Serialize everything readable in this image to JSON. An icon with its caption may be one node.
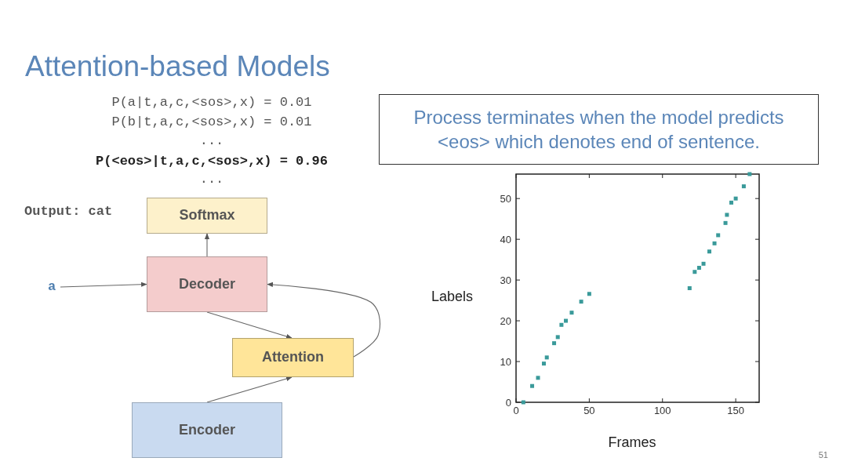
{
  "diagram": {
    "title": "Attention-based Models",
    "nodes": [
      {
        "text": [
          "Process terminates when the model predicts <eos> which denotes end of sentence."
        ]
      },
      {
        "text": [
          "Softmax"
        ]
      },
      {
        "text": [
          "a"
        ]
      },
      {
        "text": [
          "Decoder"
        ]
      },
      {
        "text": [
          "Attention"
        ]
      },
      {
        "text": [
          "Encoder"
        ]
      }
    ],
    "edges": [
      {
        "from": 2,
        "to": 3,
        "arrow": "to"
      },
      {
        "from": 3,
        "to": 1,
        "arrow": "to"
      },
      {
        "from": 3,
        "to": 4,
        "arrow": "to"
      },
      {
        "from": 5,
        "to": 4,
        "arrow": "to"
      },
      {
        "from": 4,
        "to": 3,
        "arrow": "to"
      }
    ],
    "labels": [
      "P(a|t,a,c,<sos>,x) = 0.01",
      "P(b|t,a,c,<sos>,x) = 0.01",
      "...",
      "P(<eos>|t,a,c,<sos>,x) = 0.96",
      "...",
      "Output: cat",
      "51"
    ],
    "chart_data": {
      "type": "scatter",
      "xlabel": "Frames",
      "ylabel": "Labels",
      "xlim": [
        0,
        166
      ],
      "ylim": [
        0,
        56
      ],
      "xticks": [
        0,
        50,
        100,
        150
      ],
      "yticks": [
        0,
        10,
        20,
        30,
        40,
        50
      ],
      "series": [
        {
          "color": "#3a9a9a",
          "x": [
            5,
            11,
            15,
            19,
            21,
            26,
            28.5,
            31,
            34,
            38,
            44.5,
            50,
            118.5,
            122,
            125,
            128,
            132,
            135.5,
            138,
            143,
            144,
            147,
            150,
            155.5,
            159.5
          ],
          "values": [
            0,
            4,
            6,
            9.5,
            11,
            14.5,
            16,
            19,
            20,
            22,
            24.7,
            26.6,
            28,
            32,
            33,
            34,
            37,
            39,
            41,
            44,
            46,
            49,
            50,
            53,
            56
          ]
        }
      ]
    }
  }
}
